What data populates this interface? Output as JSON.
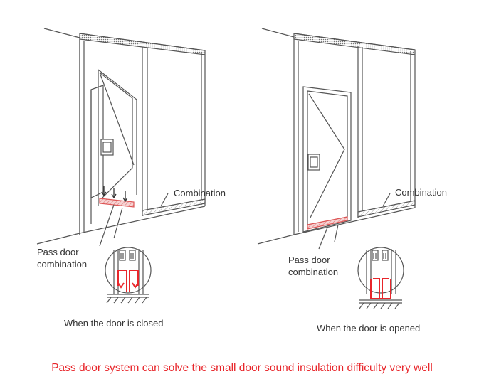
{
  "left_panel": {
    "combination_label": "Combination",
    "pass_door_label_line1": "Pass door",
    "pass_door_label_line2": "combination",
    "state_label": "When the door is closed"
  },
  "right_panel": {
    "combination_label": "Combination",
    "pass_door_label_line1": "Pass door",
    "pass_door_label_line2": "combination",
    "state_label": "When the door is opened"
  },
  "caption": "Pass door system can solve the small door sound insulation difficulty very well",
  "colors": {
    "line": "#555555",
    "accent_red": "#e8262b",
    "hatch_pink": "#e9a3a3",
    "caption_red": "#e8262b"
  },
  "icons": {
    "door_lock": "door-lock-icon",
    "down_arrow": "down-arrow-icon"
  }
}
